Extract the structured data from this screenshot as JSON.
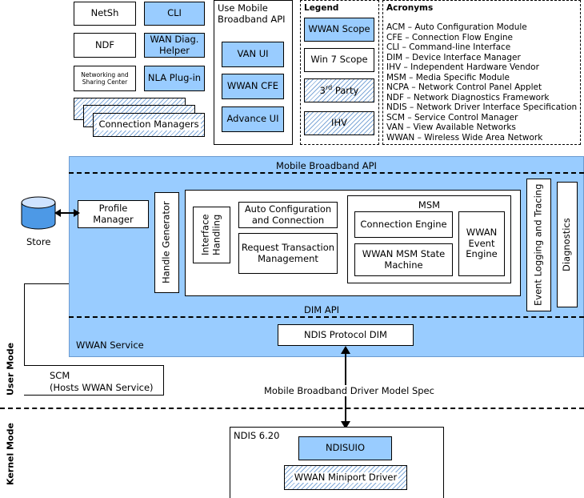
{
  "top_apps": {
    "netsh": "NetSh",
    "cli": "CLI",
    "ndf": "NDF",
    "wan_diag_helper": "WAN Diag. Helper",
    "networking_sharing_center": "Networking and Sharing Center",
    "nla_plugin": "NLA Plug-in",
    "connection_managers": "Connection Managers"
  },
  "use_mbapi": {
    "title": "Use Mobile Broadband API",
    "van_ui": "VAN UI",
    "wwan_cfe": "WWAN CFE",
    "advance_ui": "Advance UI"
  },
  "legend": {
    "title": "Legend",
    "wwan_scope": "WWAN Scope",
    "win7_scope": "Win 7 Scope",
    "third_party_prefix": "3",
    "third_party_sup": "rd",
    "third_party_suffix": " Party",
    "ihv": "IHV"
  },
  "acronyms": {
    "title": "Acronyms",
    "items": [
      "ACM – Auto Configuration Module",
      "CFE – Connection Flow Engine",
      "CLI – Command-line Interface",
      "DIM – Device Interface Manager",
      "IHV – Independent Hardware Vendor",
      "MSM – Media Specific Module",
      "NCPA – Network Control Panel Applet",
      "NDF – Network Diagnostics Framework",
      "NDIS – Network Driver Interface Specification",
      "SCM – Service Control Manager",
      "VAN – View Available Networks",
      "WWAN – Wireless Wide Area Network"
    ]
  },
  "service": {
    "mobile_broadband_api": "Mobile Broadband API",
    "profile_manager": "Profile Manager",
    "handle_generator": "Handle Generator",
    "interface_handling": "Interface Handling",
    "auto_config": "Auto Configuration and Connection",
    "request_txn": "Request Transaction Management",
    "msm_title": "MSM",
    "connection_engine": "Connection Engine",
    "wwan_msm_state_machine": "WWAN MSM State Machine",
    "wwan_event_engine": "WWAN Event Engine",
    "event_logging": "Event Logging and Tracing",
    "diagnostics": "Diagnostics",
    "dim_api": "DIM API",
    "ndis_protocol_dim": "NDIS Protocol DIM",
    "wwan_service": "WWAN Service"
  },
  "store": "Store",
  "scm": "SCM\n(Hosts WWAN Service)",
  "driver_spec": "Mobile Broadband Driver Model Spec",
  "modes": {
    "user": "User Mode",
    "kernel": "Kernel Mode"
  },
  "kernel": {
    "ndis_title": "NDIS 6.20",
    "ndisuio": "NDISUIO",
    "wwan_miniport": "WWAN Miniport Driver"
  }
}
